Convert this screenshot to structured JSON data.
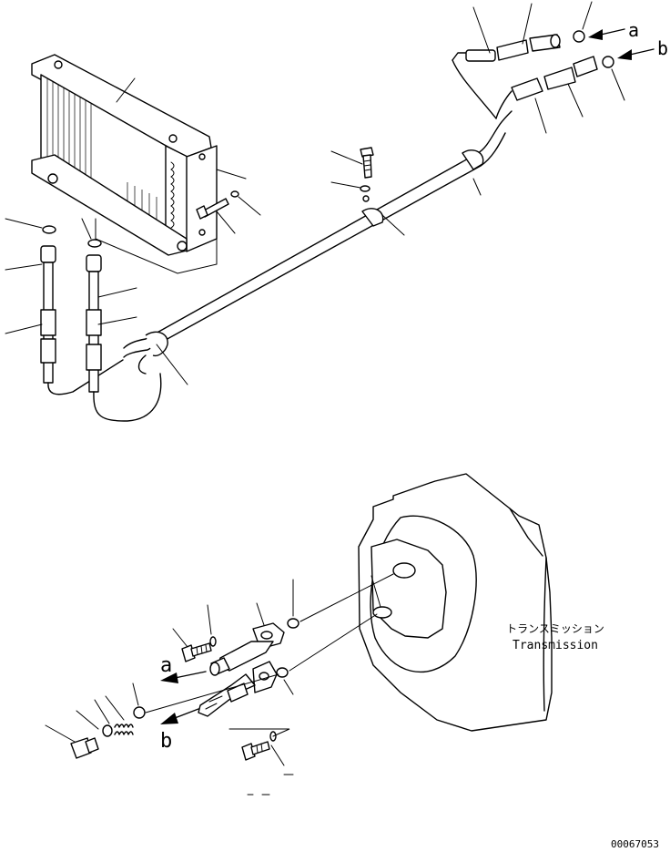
{
  "labels": {
    "arrow_a": "a",
    "arrow_b": "b",
    "transmission_jp": "トランスミッション",
    "transmission_en": "Transmission",
    "drawing_number": "00067053"
  }
}
